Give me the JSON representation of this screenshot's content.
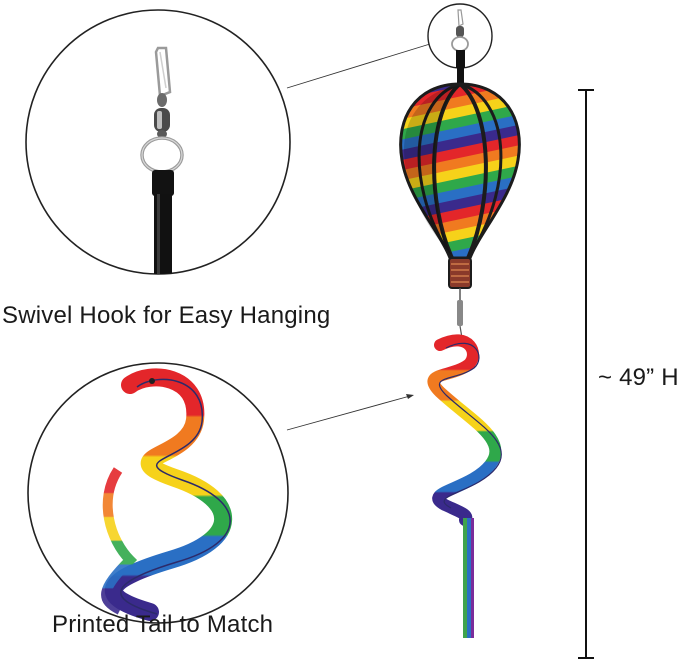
{
  "captions": {
    "hook": "Swivel Hook for Easy Hanging",
    "tail": "Printed Tail to Match",
    "height": "~ 49” H"
  },
  "icons": [
    "swivel-hook-icon",
    "rainbow-balloon-icon",
    "spiral-tail-icon",
    "height-dimension-icon"
  ],
  "colors": {
    "rainbow": [
      "#e3262a",
      "#f07a20",
      "#f6d21a",
      "#2fa84a",
      "#2a6fc4",
      "#3a2a8c"
    ],
    "frame": "#1c1c1c",
    "text": "#1a1a1a"
  }
}
